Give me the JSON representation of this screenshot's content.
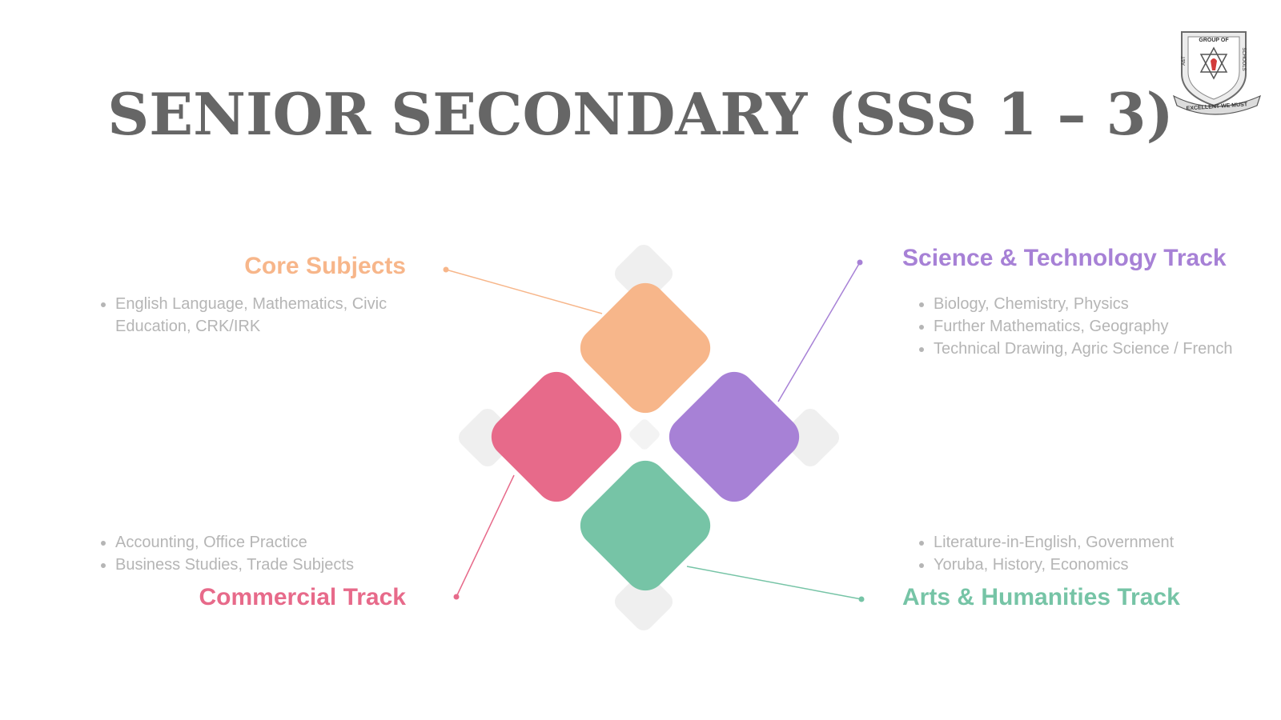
{
  "title": "SENIOR SECONDARY (SSS 1 – 3)",
  "logo": {
    "top_text": "GROUP OF",
    "left_text": "A&T",
    "right_text": "SCHOOLS",
    "motto": "EXCELLENT WE MUST"
  },
  "colors": {
    "core": "#F7B68A",
    "science": "#A781D6",
    "commercial": "#E76A8A",
    "arts": "#76C4A6",
    "title": "#666666",
    "bullet_text": "#b5b5b5"
  },
  "sections": {
    "core": {
      "heading": "Core Subjects",
      "items": [
        "English Language, Mathematics, Civic Education, CRK/IRK"
      ]
    },
    "science": {
      "heading": "Science & Technology Track",
      "items": [
        "Biology, Chemistry, Physics",
        "Further Mathematics, Geography",
        "Technical Drawing, Agric Science / French"
      ]
    },
    "commercial": {
      "heading": "Commercial Track",
      "items": [
        "Accounting, Office Practice",
        "Business Studies, Trade Subjects"
      ]
    },
    "arts": {
      "heading": "Arts & Humanities Track",
      "items": [
        "Literature-in-English, Government",
        "Yoruba, History, Economics"
      ]
    }
  }
}
